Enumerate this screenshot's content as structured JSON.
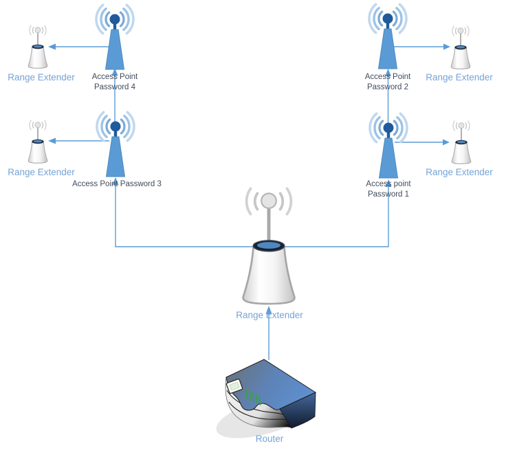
{
  "title": "Wireless network topology diagram",
  "colors": {
    "connector_blue": "#5b9bd5",
    "ap_body_blue": "#5b9bd5",
    "ap_antenna_dark_blue": "#215a9a",
    "extender_label_blue": "#74a3d8",
    "ap_label_dark": "#404b5c",
    "router_led_green": "#3aa33a",
    "router_top_blue": "#5e8fc9"
  },
  "nodes": {
    "router": {
      "label": "Router"
    },
    "extender_center": {
      "label": "Range Extender"
    },
    "extender_top_left": {
      "label": "Range Extender"
    },
    "extender_top_right": {
      "label": "Range Extender"
    },
    "extender_mid_left": {
      "label": "Range Extender"
    },
    "extender_mid_right": {
      "label": "Range Extender"
    },
    "ap4": {
      "line1": "Access Point",
      "line2": "Password 4"
    },
    "ap2": {
      "line1": "Access Point",
      "line2": "Password 2"
    },
    "ap3": {
      "line1": "Access Point Password 3"
    },
    "ap1": {
      "line1": "Access point",
      "line2": "Password 1"
    }
  }
}
